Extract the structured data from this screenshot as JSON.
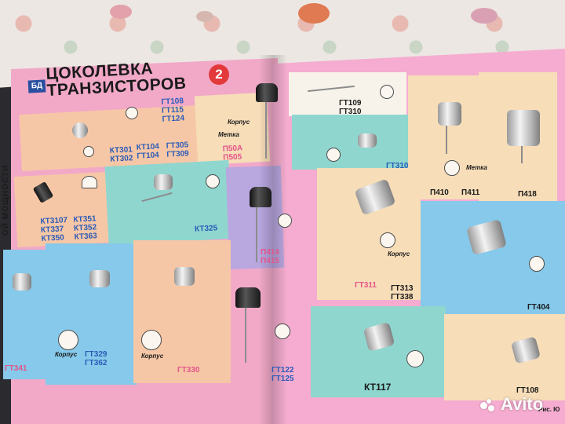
{
  "page": {
    "title_line1": "ЦОКОЛЕВКА",
    "title_line2": "ТРАНЗИСТОРОВ",
    "page_number": "2",
    "logo_text": "БД",
    "side_caption": "ОЙ МОЩНОСТИ",
    "figure_ref": "Рис. Ю"
  },
  "labels": {
    "gt108_115_124": [
      "ГТ108",
      "ГТ115",
      "ГТ124"
    ],
    "kt301_302": [
      "КТ301",
      "КТ302"
    ],
    "kt104": [
      "КТ104",
      "ГТ104"
    ],
    "gt305_309": [
      "ГТ305",
      "ГТ309"
    ],
    "p50": [
      "П50А",
      "П505"
    ],
    "korpus": "Корпус",
    "metka": "Метка",
    "kt3107": [
      "КТ3107",
      "КТ337",
      "КТ350"
    ],
    "kt351": [
      "КТ351",
      "КТ352",
      "КТ363"
    ],
    "kt325": "КТ325",
    "p414": [
      "П414",
      "П415"
    ],
    "gt109_310": [
      "ГТ109",
      "ГТ310"
    ],
    "gt310b": "ГТ310",
    "p410": "П410",
    "p411": "П411",
    "p418": "П418",
    "gt311": "ГТ311",
    "gt313_338": [
      "ГТ313",
      "ГТ338"
    ],
    "gt404": "ГТ404",
    "gt341": "ГТ341",
    "gt329_362": [
      "ГТ329",
      "ГТ362"
    ],
    "gt330": "ГТ330",
    "gt122_125": [
      "ГТ122",
      "ГТ125"
    ],
    "kt117": "КТ117",
    "gt108b": "ГТ108"
  },
  "watermark": "Avito",
  "colors": {
    "page_pink": "#f5acd0",
    "title_blue": "#2a5bb8",
    "label_pink": "#e3548a",
    "badge_red": "#e23a3a"
  }
}
